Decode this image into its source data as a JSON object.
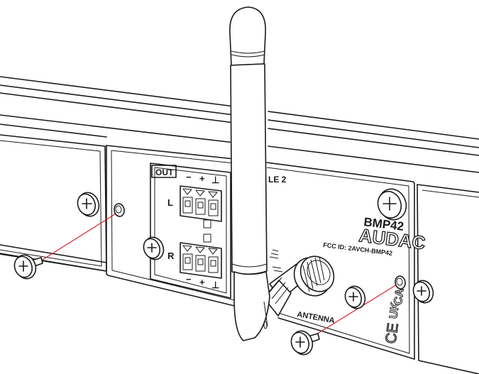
{
  "panel": {
    "out_label": "OUT",
    "terminal_minus": "−",
    "terminal_plus": "+",
    "terminal_ground": "⊥",
    "channel_left": "L",
    "channel_right": "R",
    "module_label": "LE 2",
    "model": "BMP42",
    "brand": "AUDAC",
    "fcc_id": "FCC ID: 2AVCH-BMP42",
    "antenna_label": "ANTENNA",
    "mark_uk": "UK",
    "mark_ca": "CA",
    "mark_ce": "CE"
  },
  "colors": {
    "line": "#1a1a1a",
    "guide_line": "#d41f2a",
    "background": "#ffffff"
  },
  "icons": [
    "screw-icon",
    "antenna-icon",
    "terminal-block-icon"
  ]
}
